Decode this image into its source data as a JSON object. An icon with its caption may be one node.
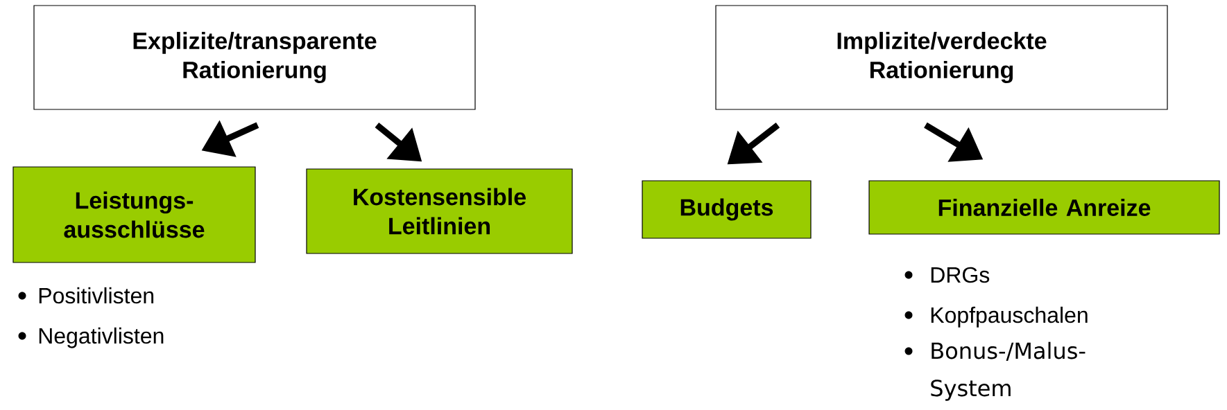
{
  "diagram": {
    "nodes": [
      {
        "text": [
          "Explizite/transparente Rationierung"
        ]
      },
      {
        "text": [
          "Implizite/verdeckte Rationierung"
        ]
      },
      {
        "text": [
          "Leistungs-ausschlüsse"
        ]
      },
      {
        "text": [
          "Kostensensible Leitlinien"
        ]
      },
      {
        "text": [
          "Budgets"
        ]
      },
      {
        "text": [
          "Finanzielle Anreize"
        ]
      }
    ],
    "edges": [
      {
        "from": 0,
        "to": 2,
        "arrow": "to"
      },
      {
        "from": 0,
        "to": 3,
        "arrow": "to"
      },
      {
        "from": 1,
        "to": 4,
        "arrow": "to"
      },
      {
        "from": 1,
        "to": 5,
        "arrow": "to"
      }
    ],
    "labels": [
      "Positivlisten",
      "Negativlisten",
      "DRGs",
      "Kopfpauschalen",
      "Bonus-/Malus-System"
    ]
  }
}
